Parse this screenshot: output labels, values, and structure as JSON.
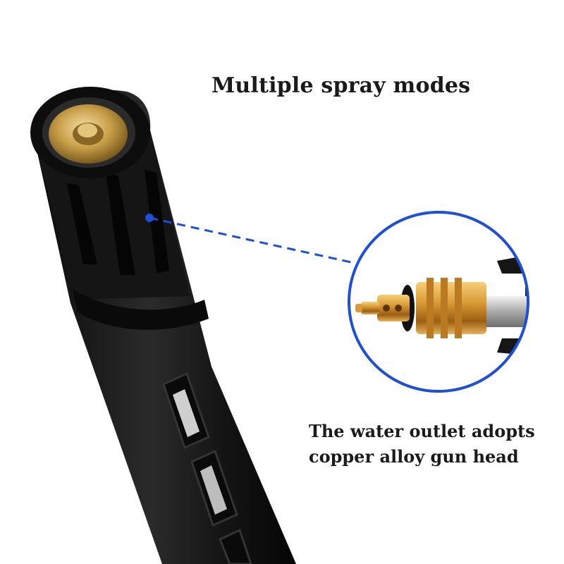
{
  "headline": "Multiple spray modes",
  "description": {
    "line1": "The water outlet adopts",
    "line2": "copper alloy gun head"
  },
  "colors": {
    "background": "#ffffff",
    "gun_body": "#141414",
    "brass": "#c9a04a",
    "callout_blue": "#1e4fd6"
  }
}
